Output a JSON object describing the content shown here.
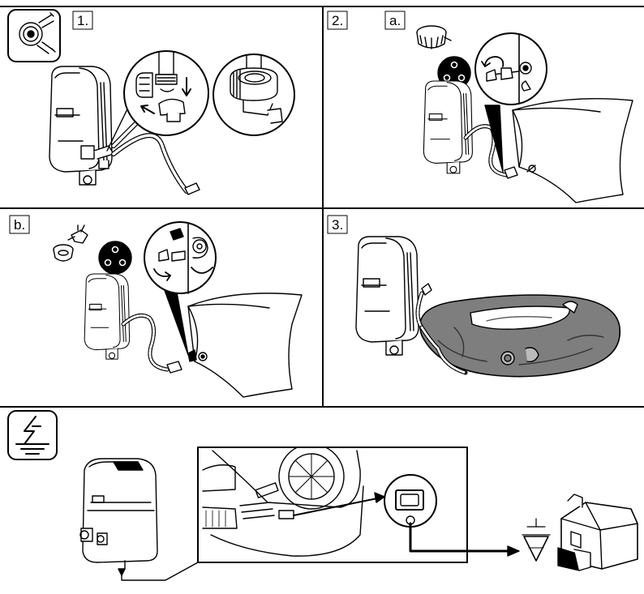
{
  "steps": {
    "step1": "1.",
    "step2": "2.",
    "step2a": "a.",
    "step2b": "b.",
    "step3": "3."
  },
  "icons": {
    "seal_step1": "o-ring-seal-icon",
    "grounding": "electrical-ground-icon",
    "house": "house-icon"
  },
  "colors": {
    "line": "#000000",
    "paper": "#ffffff",
    "tub_fill": "#7e7e7e",
    "grid_line": "#000000"
  }
}
